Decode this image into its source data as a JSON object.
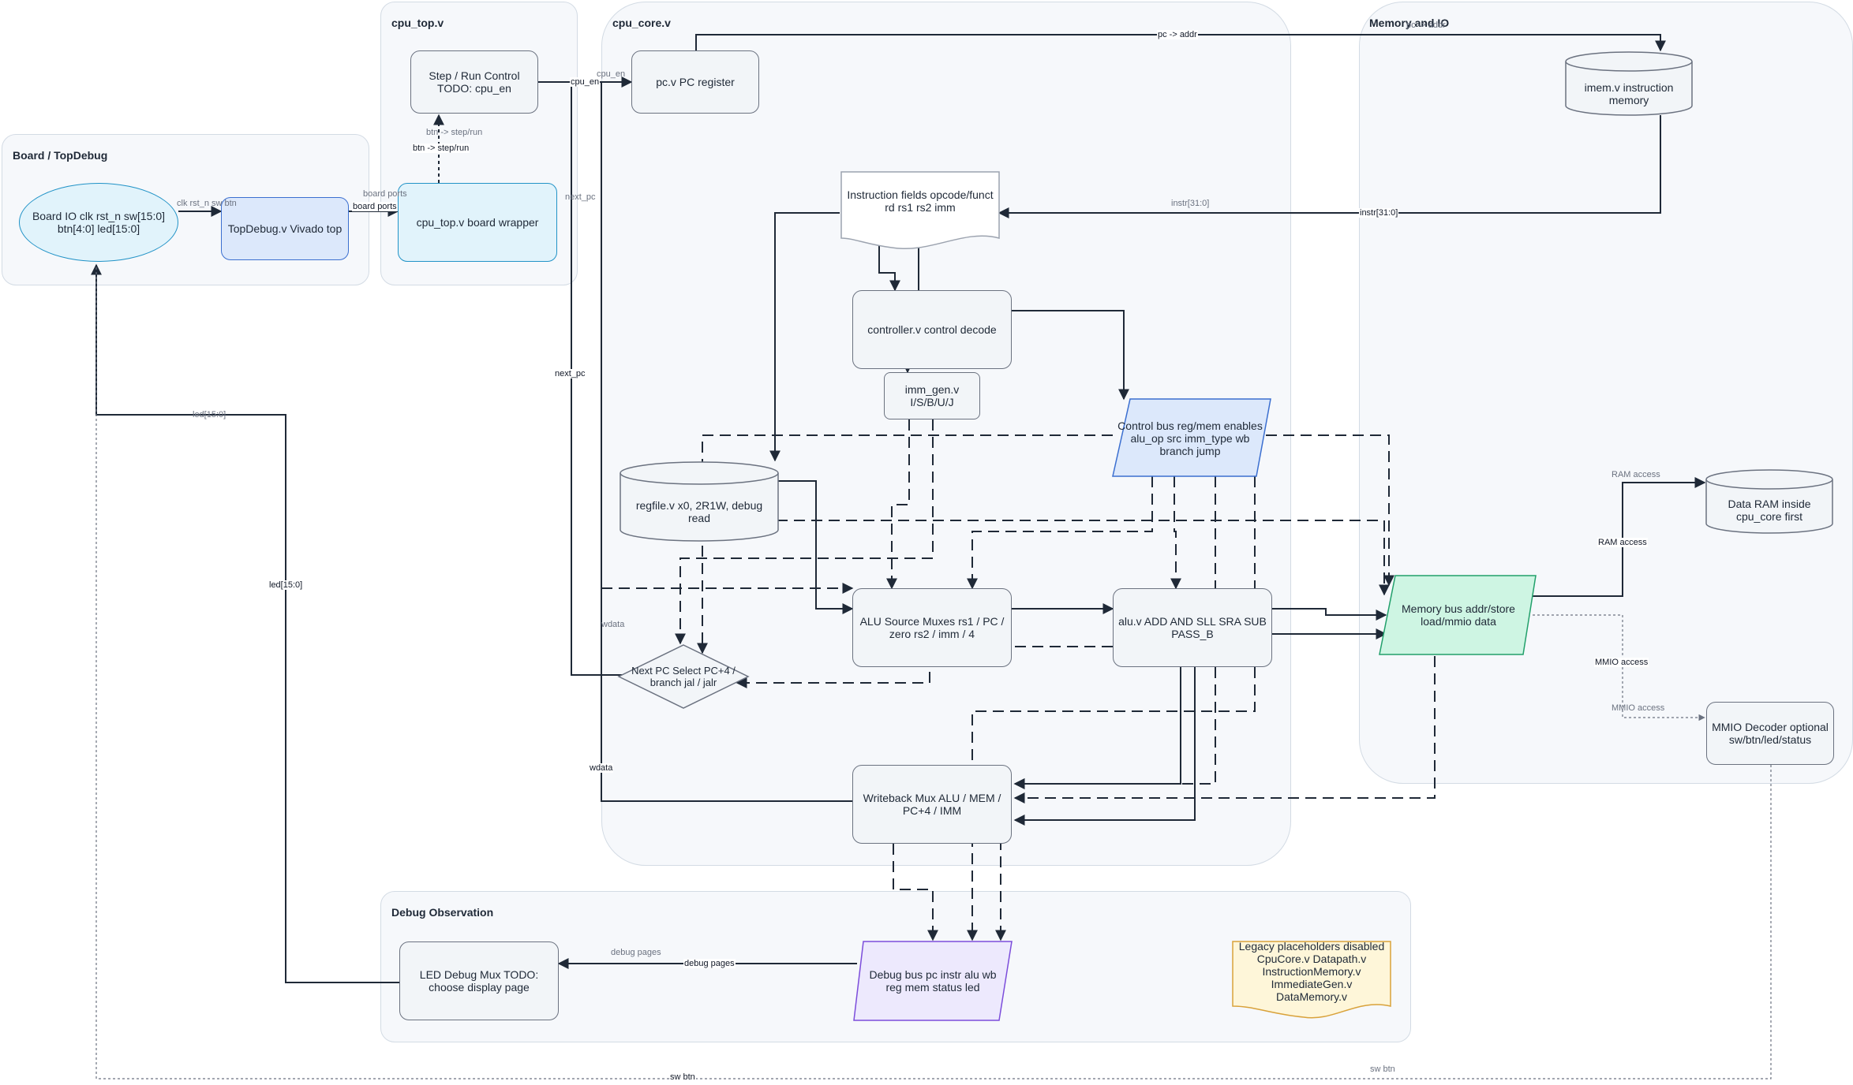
{
  "groups": {
    "board": "Board / TopDebug",
    "cpu_top": "cpu_top.v",
    "cpu_core": "cpu_core.v",
    "memory_io": "Memory and IO",
    "debug": "Debug Observation"
  },
  "nodes": {
    "board_io": "Board IO clk rst_n sw[15:0] btn[4:0] led[15:0]",
    "topdebug": "TopDebug.v Vivado top",
    "step_run": "Step / Run Control TODO: cpu_en",
    "cpu_top_wrapper": "cpu_top.v board wrapper",
    "pc_reg": "pc.v PC register",
    "instr_fields": "Instruction fields opcode/funct rd rs1 rs2 imm",
    "controller": "controller.v control decode",
    "imm_gen": "imm_gen.v I/S/B/U/J",
    "control_bus": "Control bus reg/mem enables alu_op src imm_type wb branch jump",
    "regfile": "regfile.v x0, 2R1W, debug read",
    "alu_src": "ALU Source Muxes rs1 / PC / zero rs2 / imm / 4",
    "alu": "alu.v ADD AND SLL SRA SUB PASS_B",
    "next_pc": "Next PC Select PC+4 / branch jal / jalr",
    "writeback": "Writeback Mux ALU / MEM / PC+4 / IMM",
    "imem": "imem.v instruction memory",
    "mem_bus": "Memory bus addr/store load/mmio data",
    "data_ram": "Data RAM inside cpu_core first",
    "mmio": "MMIO Decoder optional sw/btn/led/status",
    "led_mux": "LED Debug Mux TODO: choose display page",
    "debug_bus": "Debug bus pc instr alu wb reg mem status led",
    "legacy": "Legacy placeholders disabled CpuCore.v Datapath.v InstructionMemory.v ImmediateGen.v DataMemory.v"
  },
  "edge_labels": {
    "clk_rst_sw_btn": "clk rst_n sw btn",
    "board_ports": "board ports",
    "btn_step_run": "btn -> step/run",
    "cpu_en": "cpu_en",
    "pc_addr": "pc -> addr",
    "next_pc": "next_pc",
    "instr": "instr[31:0]",
    "led": "led[15:0]",
    "wdata": "wdata",
    "ram_access": "RAM access",
    "mmio_access": "MMIO access",
    "debug_pages": "debug pages",
    "sw_btn": "sw btn"
  },
  "colors": {
    "group_fill": "#f6f8fb",
    "group_border": "#d3dbe4",
    "edge": "#1f2937",
    "blue_fill": "#dce8fb",
    "cyan_fill": "#e1f3fb",
    "green_fill": "#cef5e3",
    "purple_fill": "#ede9fd",
    "yellow_fill": "#fef6d9"
  }
}
